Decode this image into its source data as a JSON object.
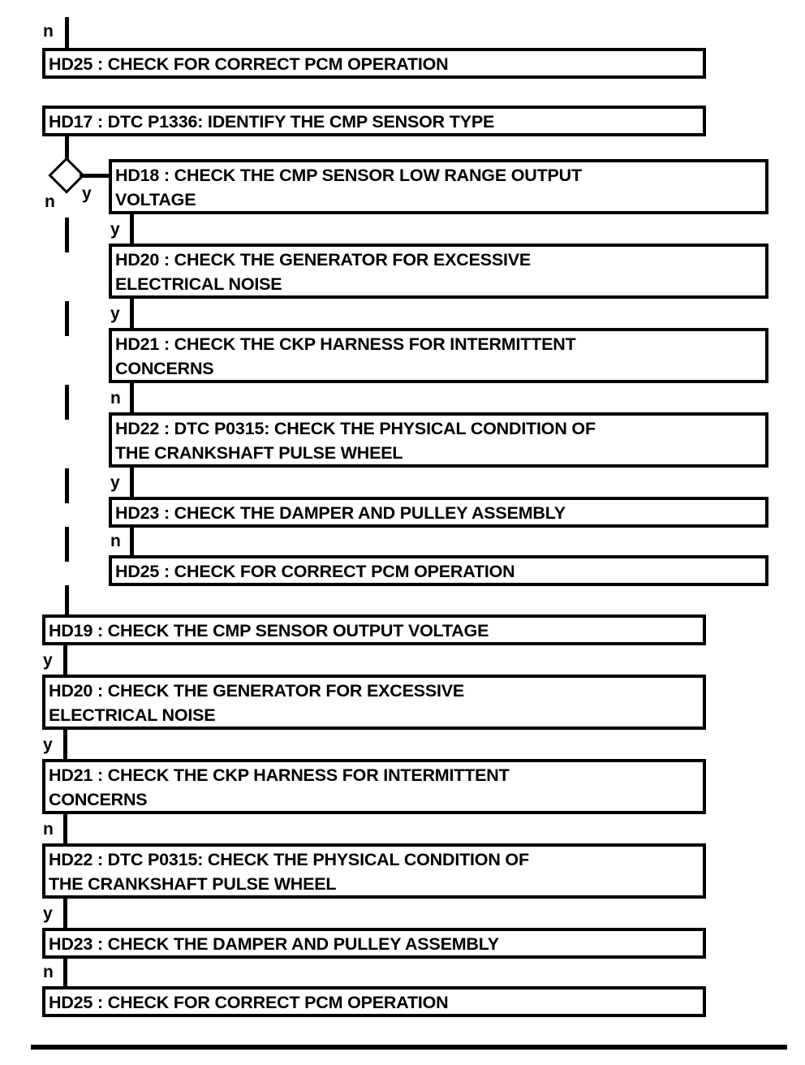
{
  "diagram": {
    "title": "HD17 DTC P1336 CMP Sensor Diagnostic Flowchart",
    "type": "flowchart",
    "colors": {
      "stroke": "#000000",
      "fill": "#ffffff",
      "text": "#000000"
    },
    "incoming_branch_label": "n",
    "nodes": [
      {
        "id": "hd25-top",
        "label": "HD25 : CHECK FOR CORRECT PCM OPERATION",
        "level": "top"
      },
      {
        "id": "hd17",
        "label": "HD17 : DTC P1336: IDENTIFY THE CMP SENSOR TYPE",
        "level": "top"
      },
      {
        "id": "hd18",
        "label": "HD18 : CHECK THE CMP SENSOR LOW RANGE OUTPUT\nVOLTAGE",
        "level": "indent"
      },
      {
        "id": "hd20-a",
        "label": "HD20 : CHECK THE GENERATOR FOR EXCESSIVE\nELECTRICAL NOISE",
        "level": "indent"
      },
      {
        "id": "hd21-a",
        "label": "HD21 : CHECK THE CKP HARNESS FOR INTERMITTENT\nCONCERNS",
        "level": "indent"
      },
      {
        "id": "hd22-a",
        "label": "HD22 : DTC P0315: CHECK THE PHYSICAL CONDITION OF\nTHE CRANKSHAFT PULSE WHEEL",
        "level": "indent"
      },
      {
        "id": "hd23-a",
        "label": "HD23 : CHECK THE DAMPER AND PULLEY ASSEMBLY",
        "level": "indent"
      },
      {
        "id": "hd25-a",
        "label": "HD25 : CHECK FOR CORRECT PCM OPERATION",
        "level": "indent"
      },
      {
        "id": "hd19",
        "label": "HD19 : CHECK THE CMP SENSOR OUTPUT VOLTAGE",
        "level": "top"
      },
      {
        "id": "hd20-b",
        "label": "HD20 : CHECK THE GENERATOR FOR EXCESSIVE\nELECTRICAL NOISE",
        "level": "top"
      },
      {
        "id": "hd21-b",
        "label": "HD21 : CHECK THE CKP HARNESS FOR INTERMITTENT\nCONCERNS",
        "level": "top"
      },
      {
        "id": "hd22-b",
        "label": "HD22 : DTC P0315: CHECK THE PHYSICAL CONDITION OF\nTHE CRANKSHAFT PULSE WHEEL",
        "level": "top"
      },
      {
        "id": "hd23-b",
        "label": "HD23 : CHECK THE DAMPER AND PULLEY ASSEMBLY",
        "level": "top"
      },
      {
        "id": "hd25-b",
        "label": "HD25 : CHECK FOR CORRECT PCM OPERATION",
        "level": "top"
      }
    ],
    "decision": {
      "id": "hd17-decision",
      "yes_label": "y",
      "no_label": "n"
    },
    "branch_labels": {
      "hd18_to_hd20a": "y",
      "hd20a_to_hd21a": "y",
      "hd21a_to_hd22a": "n",
      "hd22a_to_hd23a": "y",
      "hd23a_to_hd25a": "n",
      "hd19_to_hd20b": "y",
      "hd20b_to_hd21b": "y",
      "hd21b_to_hd22b": "n",
      "hd22b_to_hd23b": "y",
      "hd23b_to_hd25b": "n"
    }
  }
}
